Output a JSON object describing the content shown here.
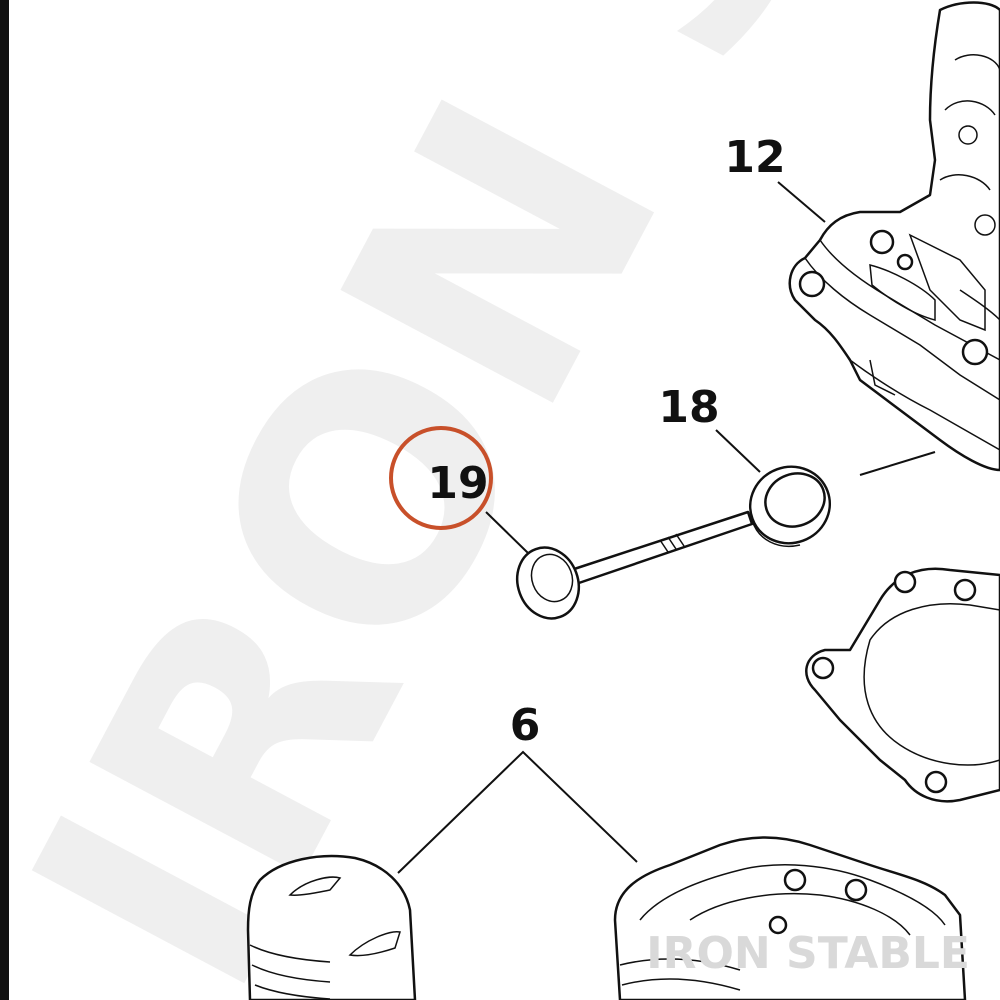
{
  "callouts": {
    "c12": "12",
    "c18": "18",
    "c19": "19",
    "c6": "6"
  },
  "highlight": {
    "target": "19",
    "color": "#c8502a"
  },
  "watermark": {
    "text": "IRON STABLE",
    "corner_text": "IRON STABLE"
  },
  "left_bar_color": "#111111"
}
